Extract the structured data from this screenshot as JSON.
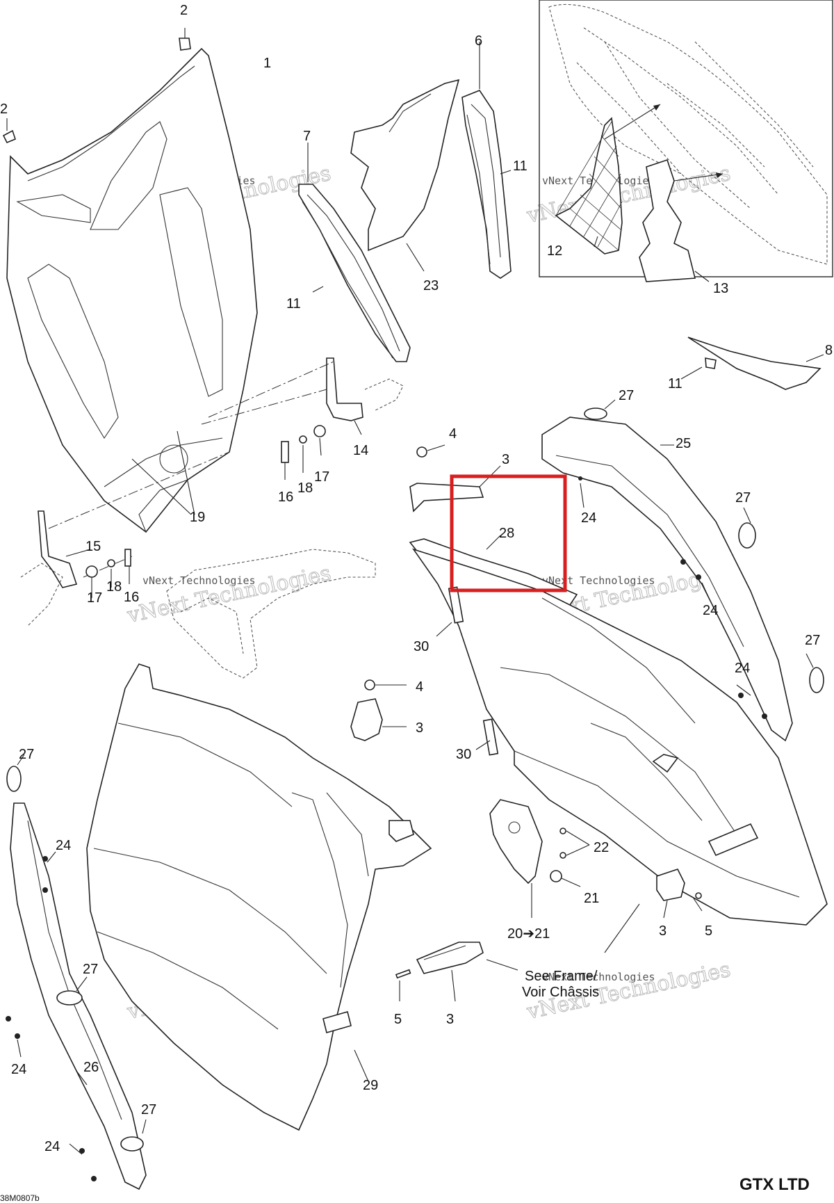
{
  "diagram": {
    "model_label": "GTX LTD",
    "figure_code": "38M0807b",
    "watermark": "vNext Technologies",
    "see_frame_note": [
      "See Frame/",
      "Voir Châssis"
    ],
    "highlight_color": "#d81e1e",
    "callouts": [
      {
        "id": "c-2a",
        "text": "2"
      },
      {
        "id": "c-1",
        "text": "1"
      },
      {
        "id": "c-2b",
        "text": "2"
      },
      {
        "id": "c-6",
        "text": "6"
      },
      {
        "id": "c-7",
        "text": "7"
      },
      {
        "id": "c-11a",
        "text": "11"
      },
      {
        "id": "c-11b",
        "text": "11"
      },
      {
        "id": "c-23",
        "text": "23"
      },
      {
        "id": "c-12",
        "text": "12"
      },
      {
        "id": "c-13",
        "text": "13"
      },
      {
        "id": "c-8",
        "text": "8"
      },
      {
        "id": "c-11c",
        "text": "11"
      },
      {
        "id": "c-14",
        "text": "14"
      },
      {
        "id": "c-27a",
        "text": "27"
      },
      {
        "id": "c-25",
        "text": "25"
      },
      {
        "id": "c-4a",
        "text": "4"
      },
      {
        "id": "c-3a",
        "text": "3"
      },
      {
        "id": "c-16a",
        "text": "16"
      },
      {
        "id": "c-18a",
        "text": "18"
      },
      {
        "id": "c-17a",
        "text": "17"
      },
      {
        "id": "c-19",
        "text": "19"
      },
      {
        "id": "c-24a",
        "text": "24"
      },
      {
        "id": "c-27b",
        "text": "27"
      },
      {
        "id": "c-28",
        "text": "28"
      },
      {
        "id": "c-15",
        "text": "15"
      },
      {
        "id": "c-17b",
        "text": "17"
      },
      {
        "id": "c-18b",
        "text": "18"
      },
      {
        "id": "c-16b",
        "text": "16"
      },
      {
        "id": "c-24b",
        "text": "24"
      },
      {
        "id": "c-27c",
        "text": "27"
      },
      {
        "id": "c-30a",
        "text": "30"
      },
      {
        "id": "c-24c",
        "text": "24"
      },
      {
        "id": "c-4b",
        "text": "4"
      },
      {
        "id": "c-3b",
        "text": "3"
      },
      {
        "id": "c-27d",
        "text": "27"
      },
      {
        "id": "c-30b",
        "text": "30"
      },
      {
        "id": "c-24d",
        "text": "24"
      },
      {
        "id": "c-22",
        "text": "22"
      },
      {
        "id": "c-21",
        "text": "21"
      },
      {
        "id": "c-3c",
        "text": "3"
      },
      {
        "id": "c-5a",
        "text": "5"
      },
      {
        "id": "c-20-21",
        "text": "20➔21"
      },
      {
        "id": "c-27e",
        "text": "27"
      },
      {
        "id": "c-5b",
        "text": "5"
      },
      {
        "id": "c-3d",
        "text": "3"
      },
      {
        "id": "c-24e",
        "text": "24"
      },
      {
        "id": "c-26",
        "text": "26"
      },
      {
        "id": "c-29",
        "text": "29"
      },
      {
        "id": "c-27f",
        "text": "27"
      },
      {
        "id": "c-24f",
        "text": "24"
      }
    ]
  }
}
